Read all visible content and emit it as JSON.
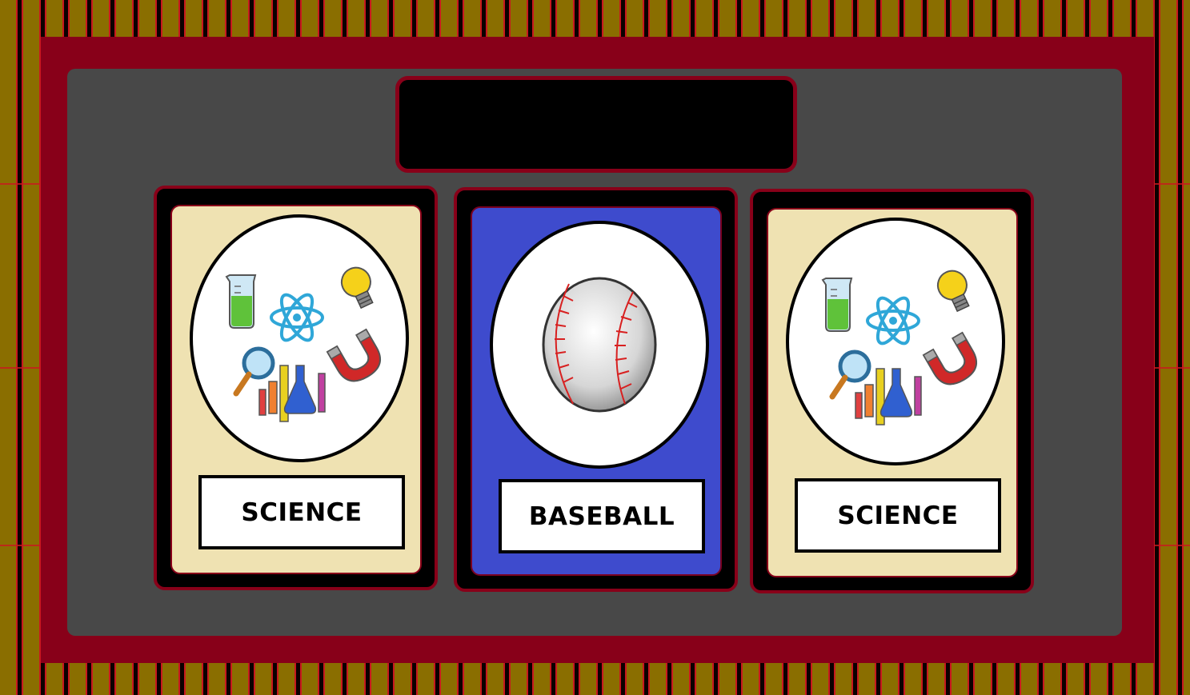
{
  "board": {
    "title": "",
    "colors": {
      "frame": "#880019",
      "board": "#484848",
      "stripe_gold": "#8a6e00",
      "stripe_red": "#c8191f",
      "card_cream": "#efe2b2",
      "card_blue": "#3e4bcd"
    }
  },
  "cards": [
    {
      "label": "SCIENCE",
      "icon": "science-icon",
      "style": "cream"
    },
    {
      "label": "BASEBALL",
      "icon": "baseball-icon",
      "style": "blue"
    },
    {
      "label": "SCIENCE",
      "icon": "science-icon",
      "style": "cream"
    }
  ]
}
